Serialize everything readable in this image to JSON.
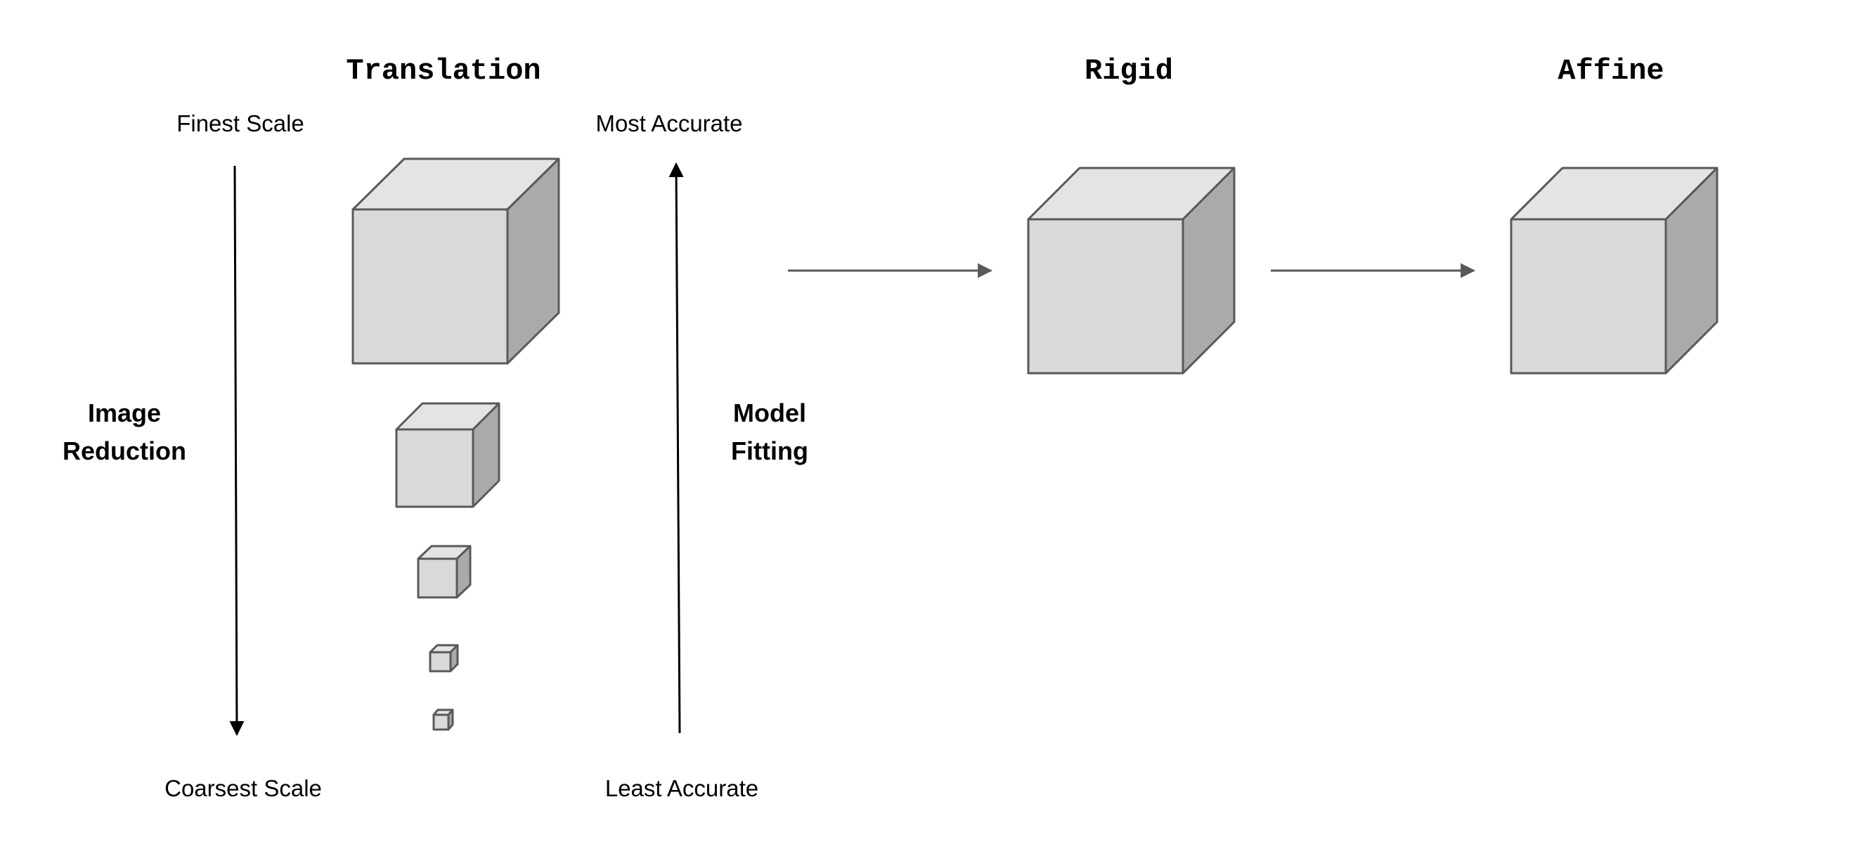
{
  "stages": {
    "translation": "Translation",
    "rigid": "Rigid",
    "affine": "Affine"
  },
  "scale_axis": {
    "top": "Finest Scale",
    "bottom": "Coarsest Scale",
    "name_line1": "Image",
    "name_line2": "Reduction"
  },
  "accuracy_axis": {
    "top": "Most Accurate",
    "bottom": "Least Accurate",
    "name_line1": "Model",
    "name_line2": "Fitting"
  },
  "colors": {
    "cube_front": "#d9d9d9",
    "cube_top": "#e4e4e4",
    "cube_side": "#aaaaaa",
    "cube_edge": "#595959",
    "flow_arrow": "#595959",
    "axis_arrow": "#000000"
  }
}
